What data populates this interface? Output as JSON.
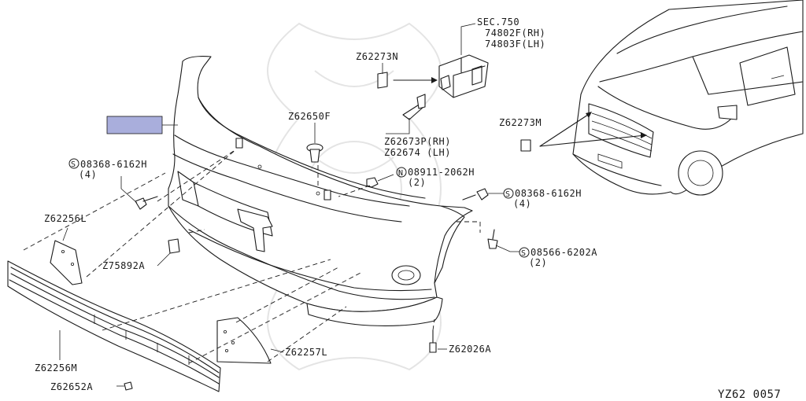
{
  "colors": {
    "ink": "#1a1a1a",
    "highlight": "#a9aedc",
    "watermark": "#e4e4e4"
  },
  "labels": {
    "sec_750": "SEC.750",
    "p74802f": "74802F(RH)",
    "p74803f": "74803F(LH)",
    "z62273n": "Z62273N",
    "z62650f": "Z62650F",
    "z62673p": "Z62673P(RH)",
    "z62674": "Z62674 (LH)",
    "z62273m": "Z62273M",
    "bolt_08368_a": "08368-6162H",
    "bolt_08368_a_qty": "(4)",
    "nut_08911": "08911-2062H",
    "nut_08911_qty": "(2)",
    "bolt_08368_b": "08368-6162H",
    "bolt_08368_b_qty": "(4)",
    "screw_08566": "08566-6202A",
    "screw_08566_qty": "(2)",
    "z62256l": "Z62256L",
    "z75892a": "Z75892A",
    "z62256m": "Z62256M",
    "z62257l": "Z62257L",
    "z62026a": "Z62026A",
    "z62652a": "Z62652A",
    "diagram_code": "YZ62  0057"
  },
  "icons": {
    "bolt_symbol": "circle-s-icon",
    "nut_symbol": "circle-n-icon"
  }
}
